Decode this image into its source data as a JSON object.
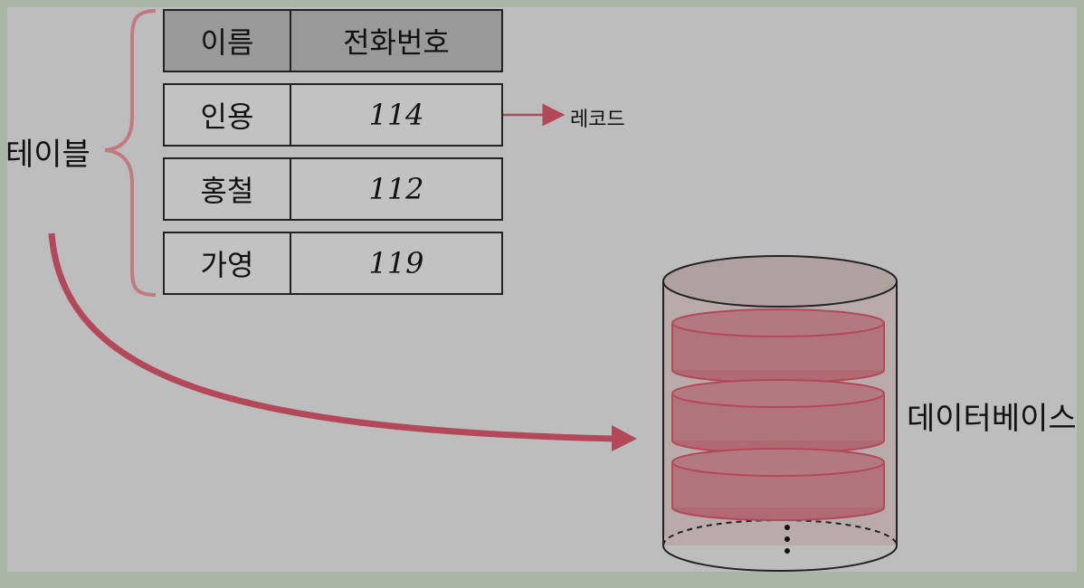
{
  "labels": {
    "table": "테이블",
    "record": "레코드",
    "database": "데이터베이스"
  },
  "table": {
    "header": {
      "name": "이름",
      "phone": "전화번호"
    },
    "rows": [
      {
        "name": "인용",
        "phone": "114"
      },
      {
        "name": "홍철",
        "phone": "112"
      },
      {
        "name": "가영",
        "phone": "119"
      }
    ]
  },
  "colors": {
    "accent": "#b2485a",
    "brace": "#c07a80",
    "record_fill": "#b06a72",
    "header_fill": "#999999",
    "outer_frame": "#a9b5a3"
  }
}
